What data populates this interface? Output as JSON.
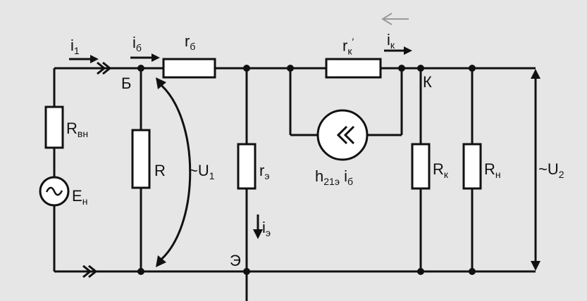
{
  "labels": {
    "i1": {
      "main": "i",
      "sub": "1"
    },
    "ib": {
      "main": "i",
      "sub": "б"
    },
    "rb": {
      "main": "r",
      "sub": "б"
    },
    "rk_prime": {
      "main": "r",
      "sub": "к",
      "sup": "′"
    },
    "ik": {
      "main": "i",
      "sub": "к"
    },
    "node_b": "Б",
    "node_k": "К",
    "node_e": "Э",
    "r_vn": {
      "main": "R",
      "sub": "вн"
    },
    "e_n": {
      "main": "E",
      "sub": "н"
    },
    "r": "R",
    "u1": {
      "main": "~U",
      "sub": "1"
    },
    "r_e": {
      "main": "r",
      "sub": "э"
    },
    "h21": {
      "main": "h",
      "sub": "21э",
      "tail": " i",
      "tail_sub": "б"
    },
    "ie": {
      "main": "i",
      "sub": "э"
    },
    "r_k": {
      "main": "R",
      "sub": "к"
    },
    "r_n": {
      "main": "R",
      "sub": "н"
    },
    "u2": {
      "main": "~U",
      "sub": "2"
    }
  }
}
